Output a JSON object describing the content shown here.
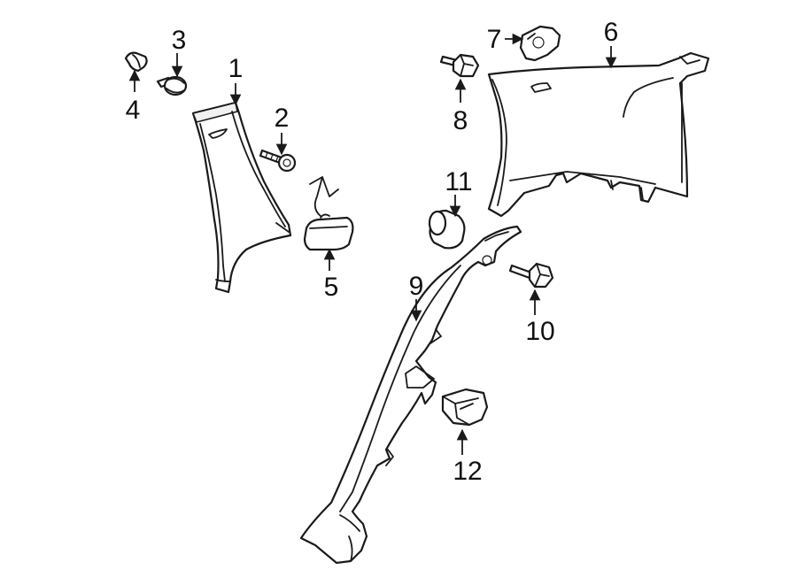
{
  "colors": {
    "line": "#1a1a1a",
    "fill": "#ffffff",
    "background": "#ffffff"
  },
  "callouts": [
    {
      "id": "1",
      "label": "1"
    },
    {
      "id": "2",
      "label": "2"
    },
    {
      "id": "3",
      "label": "3"
    },
    {
      "id": "4",
      "label": "4"
    },
    {
      "id": "5",
      "label": "5"
    },
    {
      "id": "6",
      "label": "6"
    },
    {
      "id": "7",
      "label": "7"
    },
    {
      "id": "8",
      "label": "8"
    },
    {
      "id": "9",
      "label": "9"
    },
    {
      "id": "10",
      "label": "10"
    },
    {
      "id": "11",
      "label": "11"
    },
    {
      "id": "12",
      "label": "12"
    }
  ]
}
